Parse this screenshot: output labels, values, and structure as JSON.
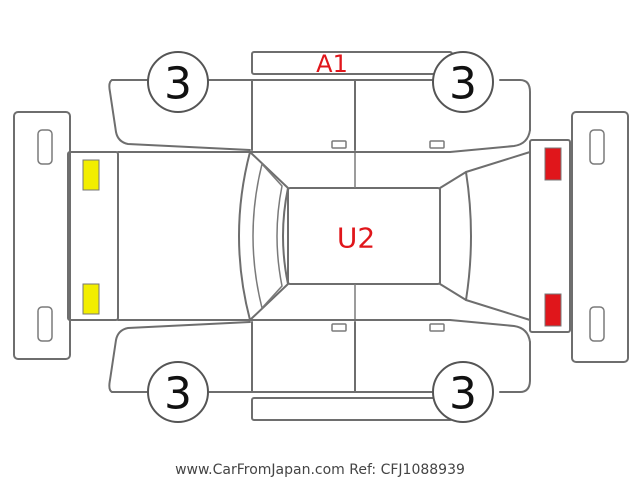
{
  "markers": {
    "top_door": "A1",
    "roof": "U2"
  },
  "wheels": {
    "front_left": "3",
    "front_right": "3",
    "rear_left": "3",
    "rear_right": "3"
  },
  "colors": {
    "outline": "#6e6e6e",
    "marker_text": "#e0161b",
    "headlight_fill": "#f2ee00",
    "taillight_fill": "#e0161b"
  },
  "footer": {
    "watermark": "www.CarFromJapan.com Ref: CFJ1088939"
  }
}
